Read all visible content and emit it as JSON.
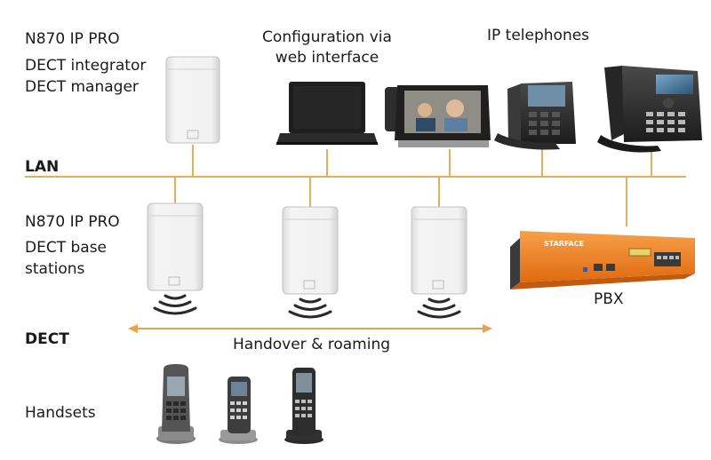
{
  "labels": {
    "integrator_line1": "N870 IP PRO",
    "integrator_line2": "DECT integrator",
    "integrator_line3": "DECT manager",
    "config_line1": "Configuration via",
    "config_line2": "web interface",
    "ip_phones": "IP telephones",
    "lan": "LAN",
    "base_line1": "N870 IP PRO",
    "base_line2": "DECT base",
    "base_line3": "stations",
    "pbx": "PBX",
    "dect": "DECT",
    "handover": "Handover & roaming",
    "handsets": "Handsets",
    "pbx_brand": "STARFACE"
  },
  "colors": {
    "lan_line": "#e0b15c",
    "arrow": "#e7a24a",
    "pbx_orange": "#ef7d1a"
  }
}
